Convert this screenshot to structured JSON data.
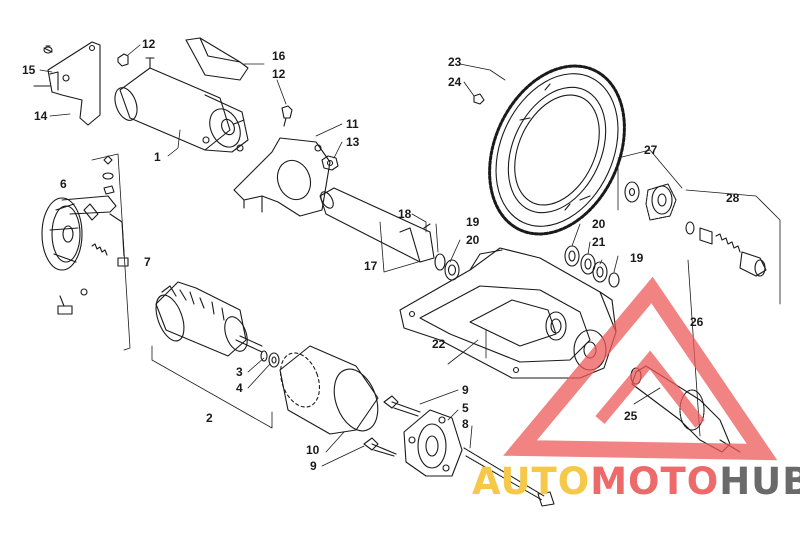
{
  "callouts": [
    {
      "id": "c1",
      "text": "1"
    },
    {
      "id": "c2",
      "text": "2"
    },
    {
      "id": "c3",
      "text": "3"
    },
    {
      "id": "c4",
      "text": "4"
    },
    {
      "id": "c5",
      "text": "5"
    },
    {
      "id": "c6",
      "text": "6"
    },
    {
      "id": "c7",
      "text": "7"
    },
    {
      "id": "c8",
      "text": "8"
    },
    {
      "id": "c9a",
      "text": "9"
    },
    {
      "id": "c9b",
      "text": "9"
    },
    {
      "id": "c10",
      "text": "10"
    },
    {
      "id": "c11",
      "text": "11"
    },
    {
      "id": "c12a",
      "text": "12"
    },
    {
      "id": "c12b",
      "text": "12"
    },
    {
      "id": "c13",
      "text": "13"
    },
    {
      "id": "c14",
      "text": "14"
    },
    {
      "id": "c15",
      "text": "15"
    },
    {
      "id": "c16",
      "text": "16"
    },
    {
      "id": "c17",
      "text": "17"
    },
    {
      "id": "c18",
      "text": "18"
    },
    {
      "id": "c19a",
      "text": "19"
    },
    {
      "id": "c19b",
      "text": "19"
    },
    {
      "id": "c20a",
      "text": "20"
    },
    {
      "id": "c20b",
      "text": "20"
    },
    {
      "id": "c21",
      "text": "21"
    },
    {
      "id": "c22",
      "text": "22"
    },
    {
      "id": "c23",
      "text": "23"
    },
    {
      "id": "c24",
      "text": "24"
    },
    {
      "id": "c25",
      "text": "25"
    },
    {
      "id": "c26",
      "text": "26"
    },
    {
      "id": "c27",
      "text": "27"
    },
    {
      "id": "c28",
      "text": "28"
    }
  ],
  "watermark": {
    "part1": "AUTO",
    "part2": "MOTO",
    "part3": "HUB",
    "colors": {
      "auto": "#f5c84a",
      "moto": "#ee6a6a",
      "hub": "#6a6a6a",
      "triangle": "#ee5a5a"
    }
  },
  "line_color": "#1a1a1a"
}
